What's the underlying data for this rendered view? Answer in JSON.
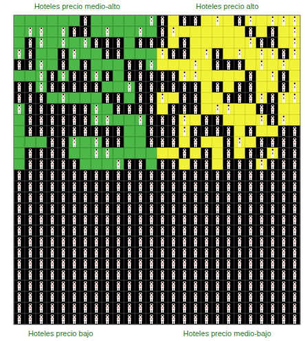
{
  "diagram": {
    "labels": [
      "Hoteles precio medio-alto",
      "Hoteles precio alto",
      "Hoteles precio bajo",
      "Hoteles precio medio-bajo"
    ]
  }
}
